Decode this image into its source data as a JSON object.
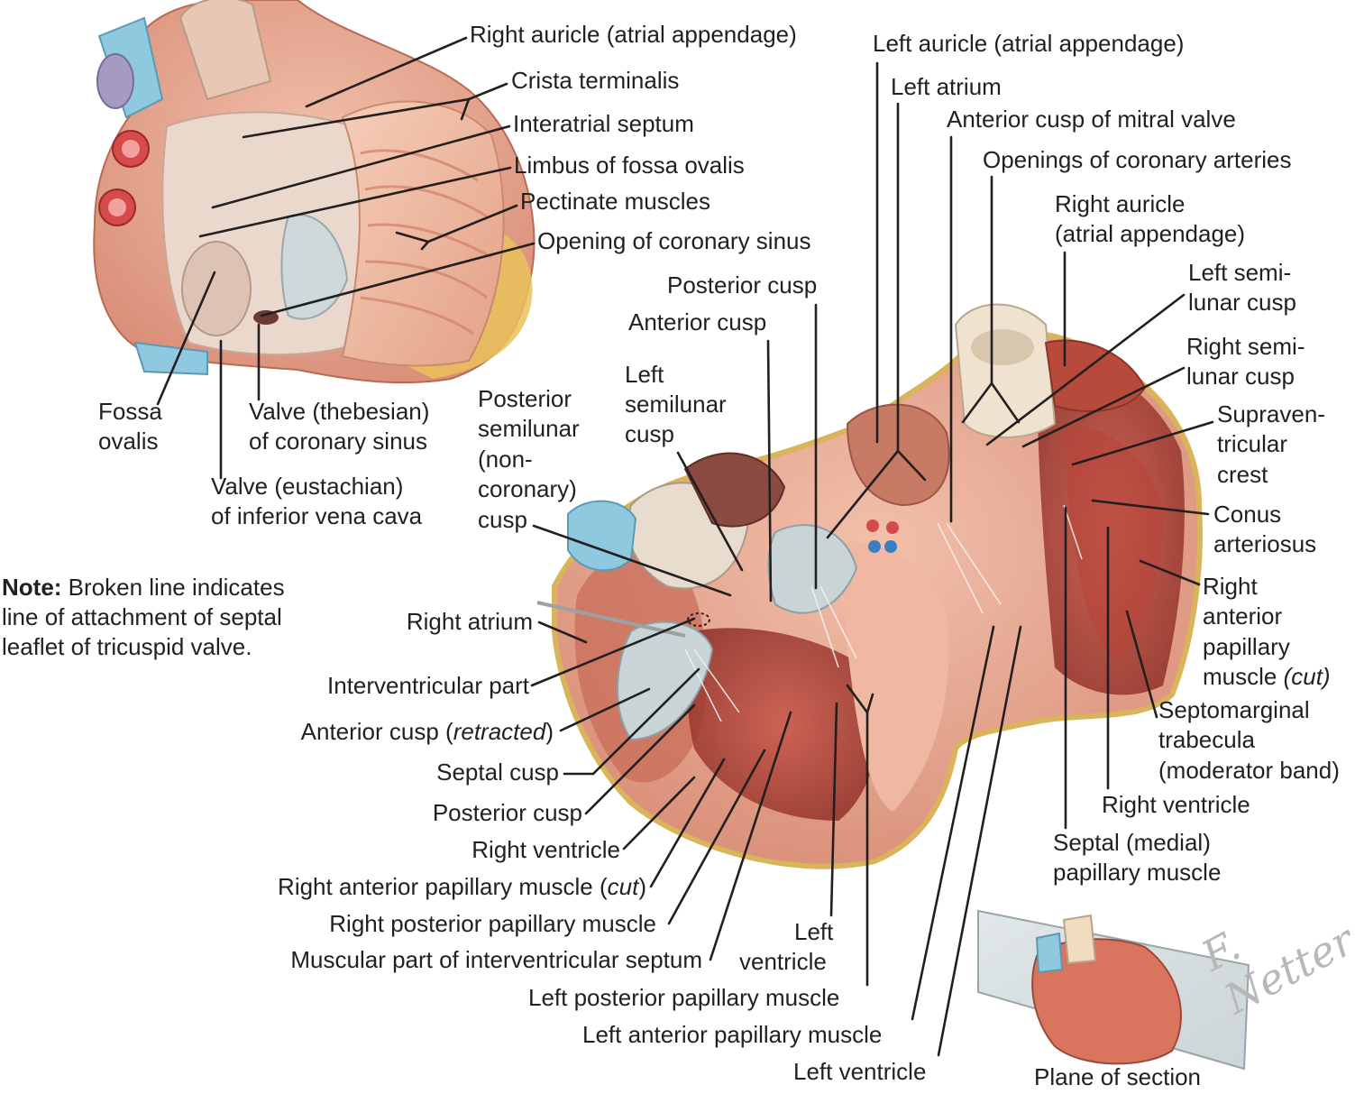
{
  "colors": {
    "myocardium": "#e8a58f",
    "muscle_dark": "#b8443a",
    "fat": "#e9c25a",
    "vein_blue": "#8fc9e0",
    "artery_red": "#d64a4a",
    "valve_grey": "#c9d4d6",
    "ink": "#231f20"
  },
  "upper_labels": {
    "right_auricle": "Right auricle (atrial appendage)",
    "crista_terminalis": "Crista terminalis",
    "interatrial_septum": "Interatrial septum",
    "limbus_fossa_ovalis": "Limbus of fossa ovalis",
    "pectinate_muscles": "Pectinate muscles",
    "opening_coronary_sinus": "Opening of coronary sinus",
    "fossa_ovalis_1": "Fossa",
    "fossa_ovalis_2": "ovalis",
    "thebesian_1": "Valve (thebesian)",
    "thebesian_2": "of coronary sinus",
    "eustachian_1": "Valve (eustachian)",
    "eustachian_2": "of inferior vena cava"
  },
  "note": {
    "bold": "Note:",
    "text": " Broken line indicates line of attachment of septal leaflet of tricuspid valve."
  },
  "top_labels": {
    "left_auricle": "Left auricle (atrial appendage)",
    "left_atrium": "Left atrium",
    "anterior_mitral": "Anterior cusp of mitral valve",
    "openings_coronary": "Openings of coronary arteries",
    "right_auricle_1": "Right auricle",
    "right_auricle_2": "(atrial appendage)",
    "posterior_cusp": "Posterior cusp",
    "anterior_cusp": "Anterior cusp",
    "left_semilunar_1": "Left",
    "left_semilunar_2": "semilunar",
    "left_semilunar_3": "cusp",
    "posterior_semilunar_1": "Posterior",
    "posterior_semilunar_2": "semilunar",
    "posterior_semilunar_3": "(non-",
    "posterior_semilunar_4": "coronary)",
    "posterior_semilunar_5": "cusp"
  },
  "right_labels": {
    "left_semilunar_1": "Left semi-",
    "left_semilunar_2": "lunar cusp",
    "right_semilunar_1": "Right semi-",
    "right_semilunar_2": "lunar cusp",
    "supraventricular_1": "Supraven-",
    "supraventricular_2": "tricular",
    "supraventricular_3": "crest",
    "conus_1": "Conus",
    "conus_2": "arteriosus",
    "rapm_1": "Right",
    "rapm_2": "anterior",
    "rapm_3": "papillary",
    "rapm_4": "muscle",
    "rapm_cut": "(cut)",
    "septomarginal_1": "Septomarginal",
    "septomarginal_2": "trabecula",
    "septomarginal_3": "(moderator band)",
    "right_ventricle": "Right ventricle",
    "septal_pm_1": "Septal (medial)",
    "septal_pm_2": "papillary muscle"
  },
  "left_labels": {
    "right_atrium": "Right atrium",
    "interventricular_part": "Interventricular part",
    "anterior_cusp_retracted_1": "Anterior cusp (",
    "anterior_cusp_retracted_2": "retracted",
    "anterior_cusp_retracted_3": ")",
    "septal_cusp": "Septal cusp",
    "posterior_cusp": "Posterior cusp",
    "right_ventricle": "Right ventricle",
    "rapm_1": "Right anterior papillary muscle (",
    "rapm_2": "cut",
    "rapm_3": ")",
    "rppm": "Right posterior papillary muscle",
    "muscular_septum": "Muscular part of interventricular septum"
  },
  "bottom_labels": {
    "left_ventricle_1": "Left",
    "left_ventricle_2": "ventricle",
    "lppm": "Left posterior papillary muscle",
    "lapm": "Left anterior papillary muscle",
    "left_ventricle": "Left ventricle",
    "plane_of_section": "Plane of section"
  },
  "signature": "F. Netter M.D."
}
